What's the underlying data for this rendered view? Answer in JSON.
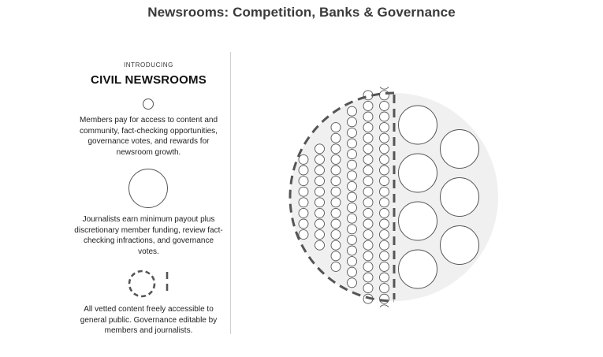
{
  "title": "Newsrooms: Competition, Banks & Governance",
  "left_panel": {
    "intro_label": "INTRODUCING",
    "intro_title": "CIVIL NEWSROOMS",
    "legend": [
      {
        "symbol": "small-circle",
        "text": "Members pay for access to content and community, fact-checking opportunities, governance votes, and rewards for newsroom growth."
      },
      {
        "symbol": "large-circle",
        "text": "Journalists earn minimum payout plus discretionary member funding, review fact-checking infractions, and governance votes."
      },
      {
        "symbol": "dashed-boundary",
        "text": "All vetted content freely accessible to general public. Governance editable by members and journalists."
      }
    ]
  },
  "diagram": {
    "members_columns": [
      8,
      10,
      14,
      17,
      20,
      22
    ],
    "journalists_columns": [
      4,
      3
    ],
    "colors": {
      "fill": "#f0f0f0",
      "stroke": "#555555",
      "dash": "#555555"
    }
  }
}
